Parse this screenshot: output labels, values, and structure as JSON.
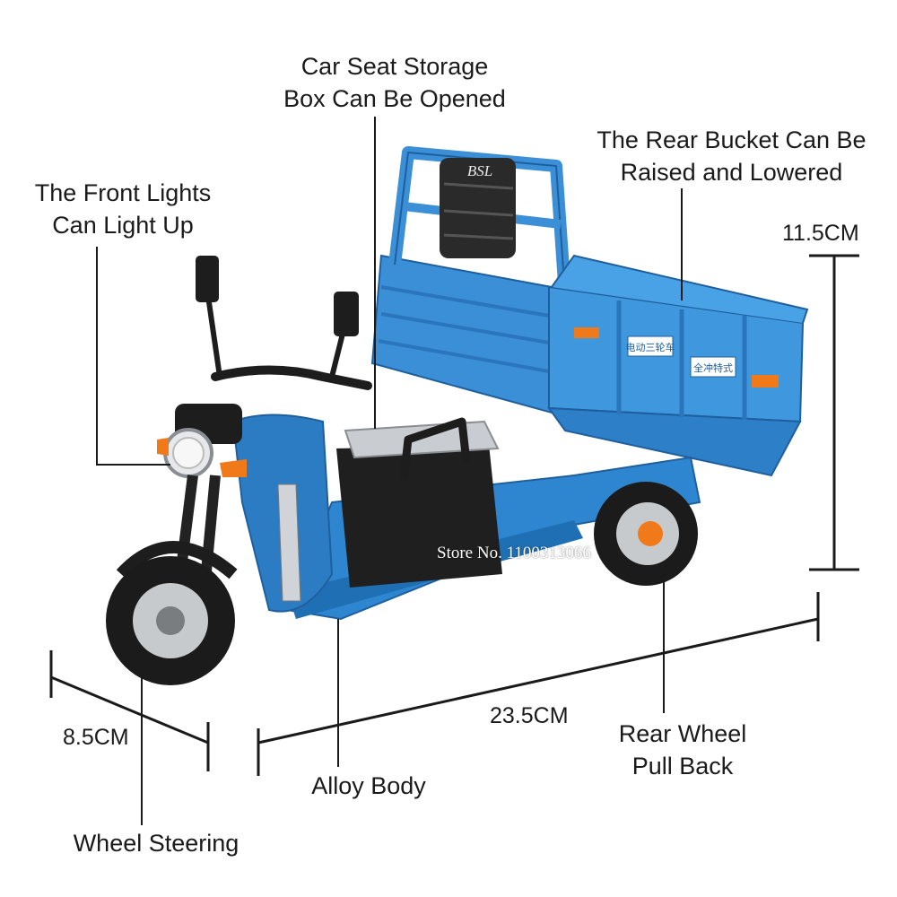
{
  "annotations": {
    "car_seat": [
      "Car Seat Storage",
      "Box Can Be Opened"
    ],
    "rear_bucket": [
      "The Rear Bucket Can Be",
      "Raised and Lowered"
    ],
    "front_lights": [
      "The Front Lights",
      "Can Light Up"
    ],
    "rear_wheel": [
      "Rear Wheel",
      "Pull Back"
    ],
    "alloy_body": "Alloy Body",
    "wheel_steering": "Wheel Steering"
  },
  "dimensions": {
    "height": "11.5CM",
    "length": "23.5CM",
    "width": "8.5CM"
  },
  "watermark": "Store No. 1100313066",
  "badge": "BSL",
  "side_plates": [
    "电动三轮车",
    "全冲特式"
  ],
  "colors": {
    "body_blue": "#3a8fd6",
    "body_dark_blue": "#1f5f9e",
    "accent_orange": "#f07a1a",
    "tire_black": "#1b1b1b",
    "line": "#1a1a1a"
  }
}
